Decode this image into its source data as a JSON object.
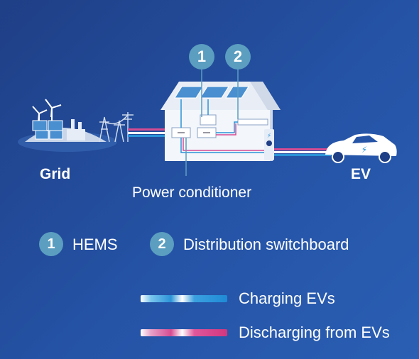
{
  "badges": {
    "one": "1",
    "two": "2"
  },
  "labels": {
    "grid": "Grid",
    "ev": "EV",
    "power_conditioner": "Power conditioner"
  },
  "legend": {
    "hems": "HEMS",
    "distribution": "Distribution switchboard",
    "charging": "Charging EVs",
    "discharging": "Discharging from EVs"
  },
  "colors": {
    "background": "#2553a6",
    "badge": "#5b9ec0",
    "charge_line": "#2b93d8",
    "discharge_line": "#d64c92"
  }
}
